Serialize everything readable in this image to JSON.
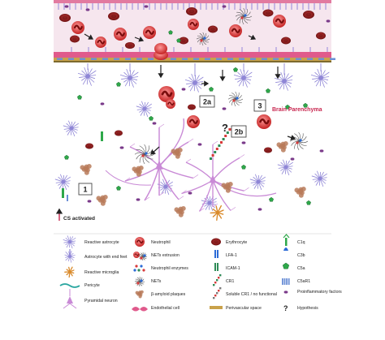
{
  "diagram": {
    "region_label": "Brain Parenchyma",
    "step_labels": [
      "1",
      "2a",
      "2b",
      "3"
    ],
    "question_mark": "?",
    "cs_activated": "CS activated"
  },
  "legend": {
    "col1": [
      {
        "label": "Reactive astrocyte",
        "icon": "reactive-astrocyte-icon"
      },
      {
        "label": "Astrocyte with end feet",
        "icon": "astrocyte-end-feet-icon"
      },
      {
        "label": "Reactive microglia",
        "icon": "reactive-microglia-icon"
      },
      {
        "label": "Pericyte",
        "icon": "pericyte-icon"
      },
      {
        "label": "Pyramidal neuron",
        "icon": "pyramidal-neuron-icon"
      }
    ],
    "col2": [
      {
        "label": "Neutrophil",
        "icon": "neutrophil-icon"
      },
      {
        "label": "NETs extrusion",
        "icon": "nets-extrusion-icon"
      },
      {
        "label": "Neutrophil enzymes",
        "icon": "neutrophil-enzymes-icon"
      },
      {
        "label": "NETs",
        "icon": "nets-icon"
      },
      {
        "label": "β-amyloid plaques",
        "icon": "amyloid-plaque-icon"
      },
      {
        "label": "Endothelial cell",
        "icon": "endothelial-cell-icon"
      }
    ],
    "col3": [
      {
        "label": "Erythrocyte",
        "icon": "erythrocyte-icon"
      },
      {
        "label": "LFA-1",
        "icon": "lfa1-icon"
      },
      {
        "label": "ICAM-1",
        "icon": "icam1-icon"
      },
      {
        "label": "CR1",
        "icon": "cr1-icon"
      },
      {
        "label": "Soluble CR1 / no functional",
        "icon": "soluble-cr1-icon"
      },
      {
        "label": "Perivascular space",
        "icon": "perivascular-space-icon"
      }
    ],
    "col4": [
      {
        "label": "C1q",
        "icon": "c1q-icon"
      },
      {
        "label": "C3b",
        "icon": "c3b-icon"
      },
      {
        "label": "C5a",
        "icon": "c5a-icon"
      },
      {
        "label": "C5aR1",
        "icon": "c5ar1-icon"
      },
      {
        "label": "Proinflammatory factors",
        "icon": "proinflammatory-factors-icon"
      },
      {
        "label": "Hypothesis",
        "icon": "hypothesis-icon"
      }
    ],
    "hypothesis_symbol": "?"
  },
  "colors": {
    "vessel_lumen": "#f7e4ec",
    "vessel_wall": "#e05a8c",
    "perivascular": "#c9a24a",
    "erythrocyte": "#8b1a1a",
    "neutrophil": "#d83a3a",
    "astrocyte": "#8f86d6",
    "neuron": "#c98ad6",
    "microglia": "#d98a2b",
    "plaque": "#b87b5a",
    "c5a": "#2ea84a",
    "proinflammatory": "#7a3a8a",
    "accent_text": "#c8264f"
  }
}
